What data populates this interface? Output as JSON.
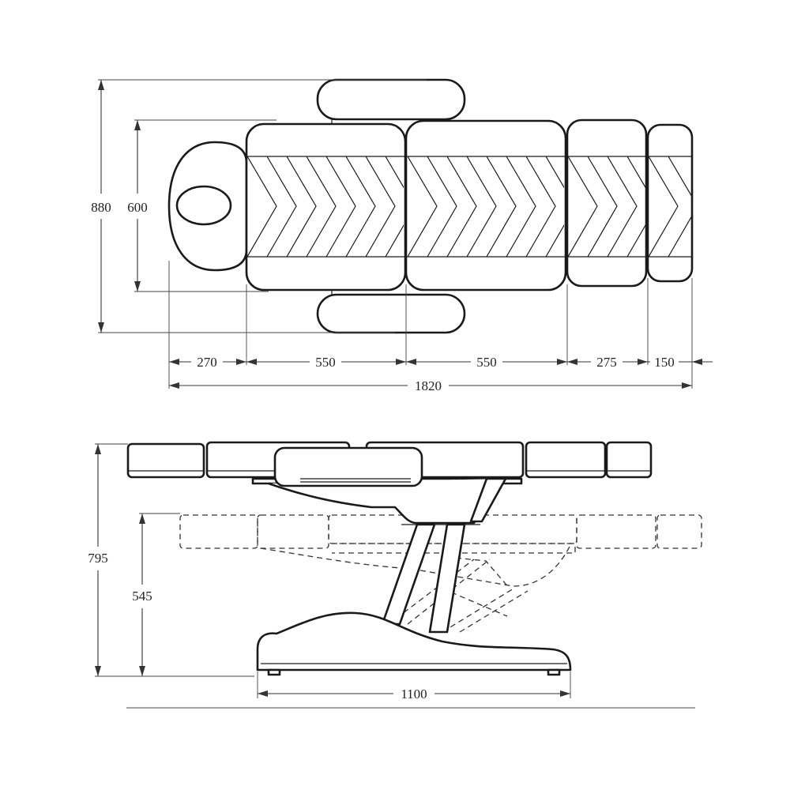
{
  "top_view": {
    "overall_length": "1820",
    "overall_width": "880",
    "cushion_width": "600",
    "segments": {
      "head": "270",
      "back": "550",
      "seat": "550",
      "leg": "275",
      "foot": "150"
    }
  },
  "side_view": {
    "max_height": "795",
    "min_height": "545",
    "base_length": "1100"
  }
}
